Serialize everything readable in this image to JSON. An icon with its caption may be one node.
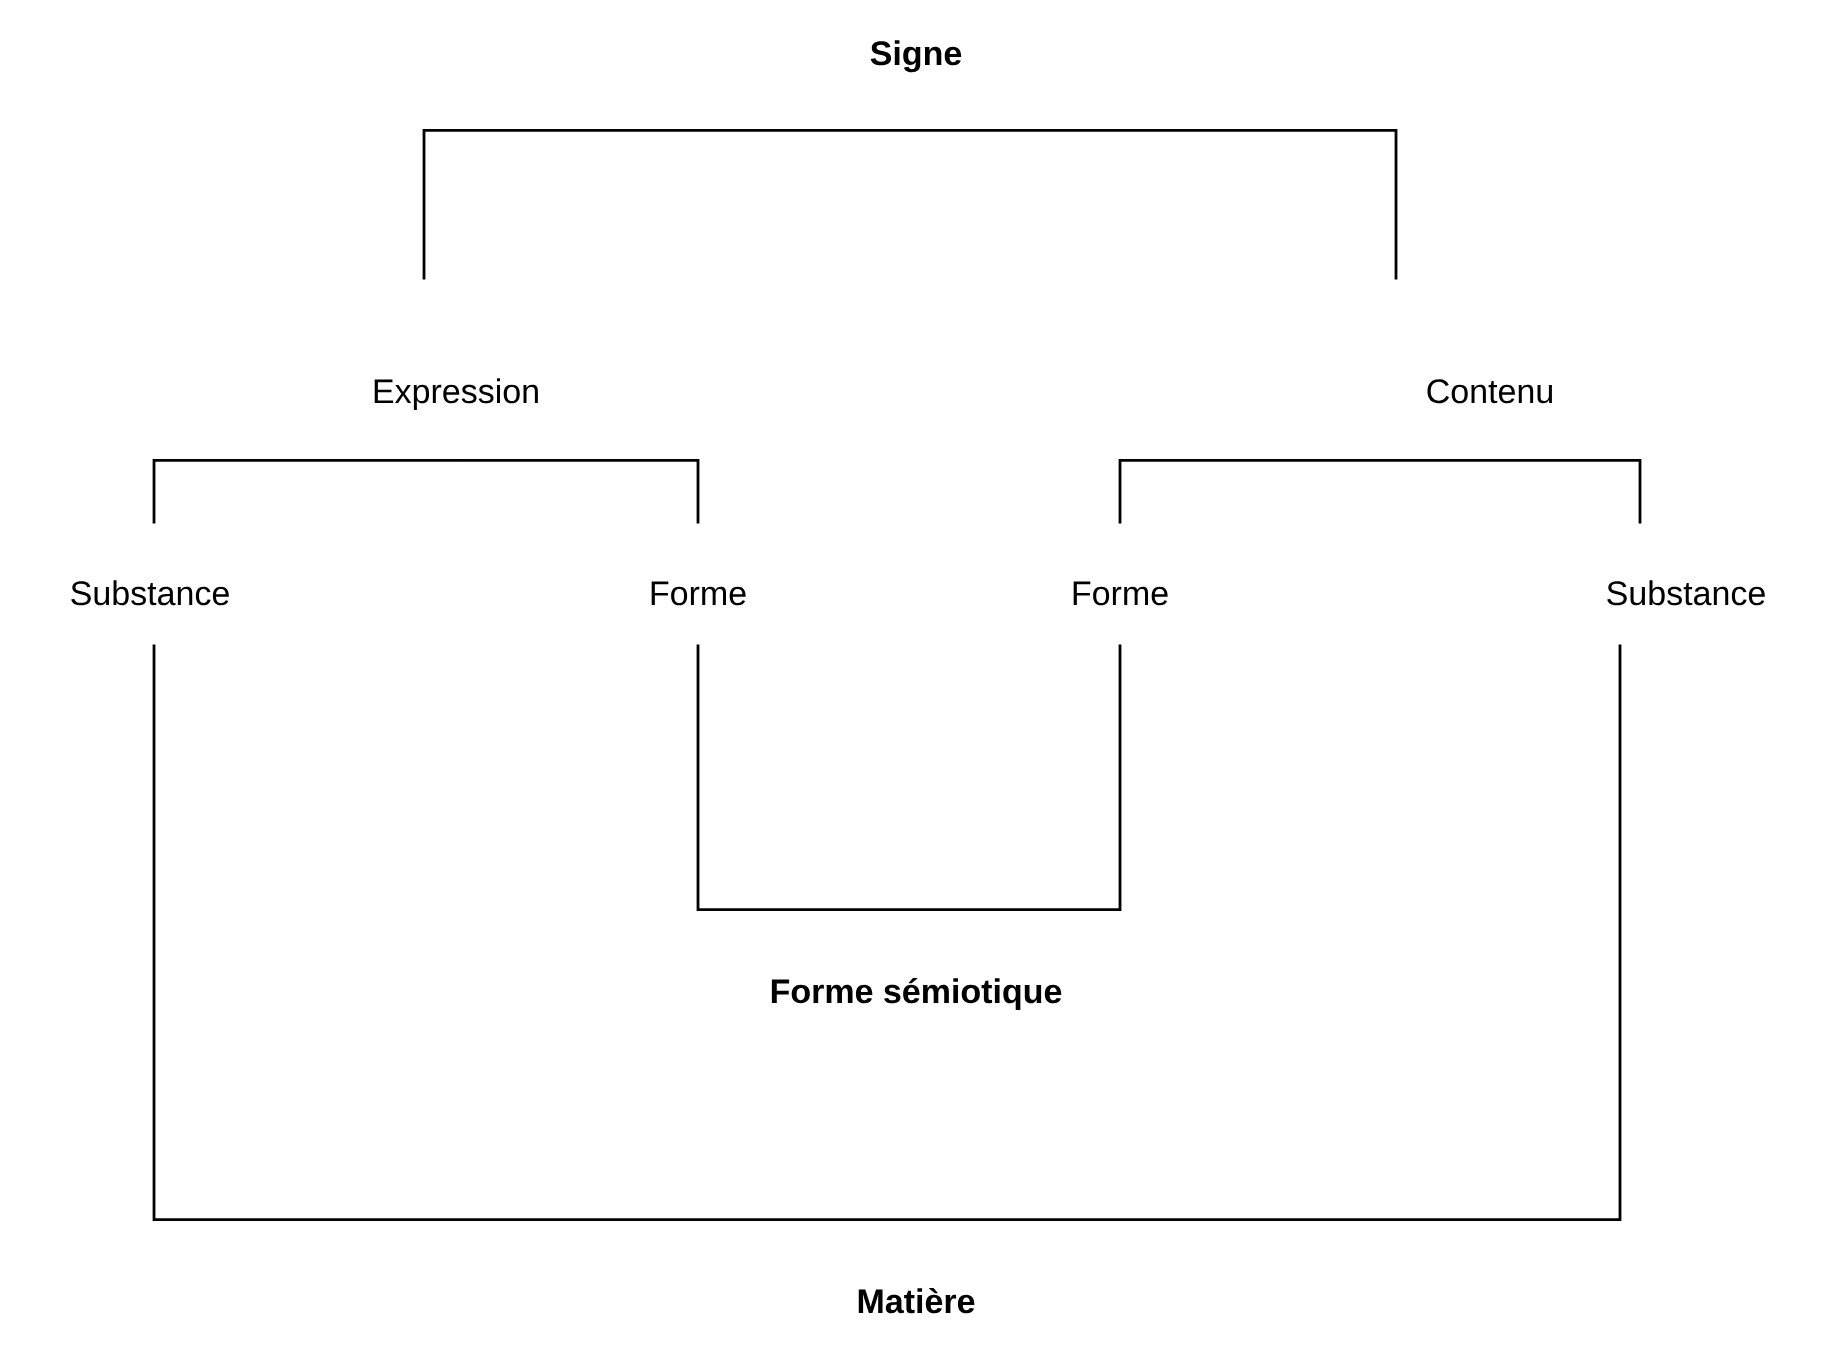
{
  "diagram": {
    "nodes": [
      {
        "text": [
          "Signe"
        ]
      },
      {
        "text": [
          "Expression"
        ]
      },
      {
        "text": [
          "Contenu"
        ]
      },
      {
        "text": [
          "Substance"
        ]
      },
      {
        "text": [
          "Forme"
        ]
      },
      {
        "text": [
          "Forme"
        ]
      },
      {
        "text": [
          "Substance"
        ]
      },
      {
        "text": [
          "Forme sémiotique"
        ]
      },
      {
        "text": [
          "Matière"
        ]
      }
    ],
    "edges": [
      {
        "from": 0,
        "to": 1,
        "arrow": "none"
      },
      {
        "from": 0,
        "to": 2,
        "arrow": "none"
      },
      {
        "from": 1,
        "to": 3,
        "arrow": "none"
      },
      {
        "from": 1,
        "to": 4,
        "arrow": "none"
      },
      {
        "from": 2,
        "to": 5,
        "arrow": "none"
      },
      {
        "from": 2,
        "to": 6,
        "arrow": "none"
      },
      {
        "from": 7,
        "to": 4,
        "arrow": "none"
      },
      {
        "from": 7,
        "to": 5,
        "arrow": "none"
      },
      {
        "from": 8,
        "to": 3,
        "arrow": "none"
      },
      {
        "from": 8,
        "to": 6,
        "arrow": "none"
      }
    ]
  }
}
